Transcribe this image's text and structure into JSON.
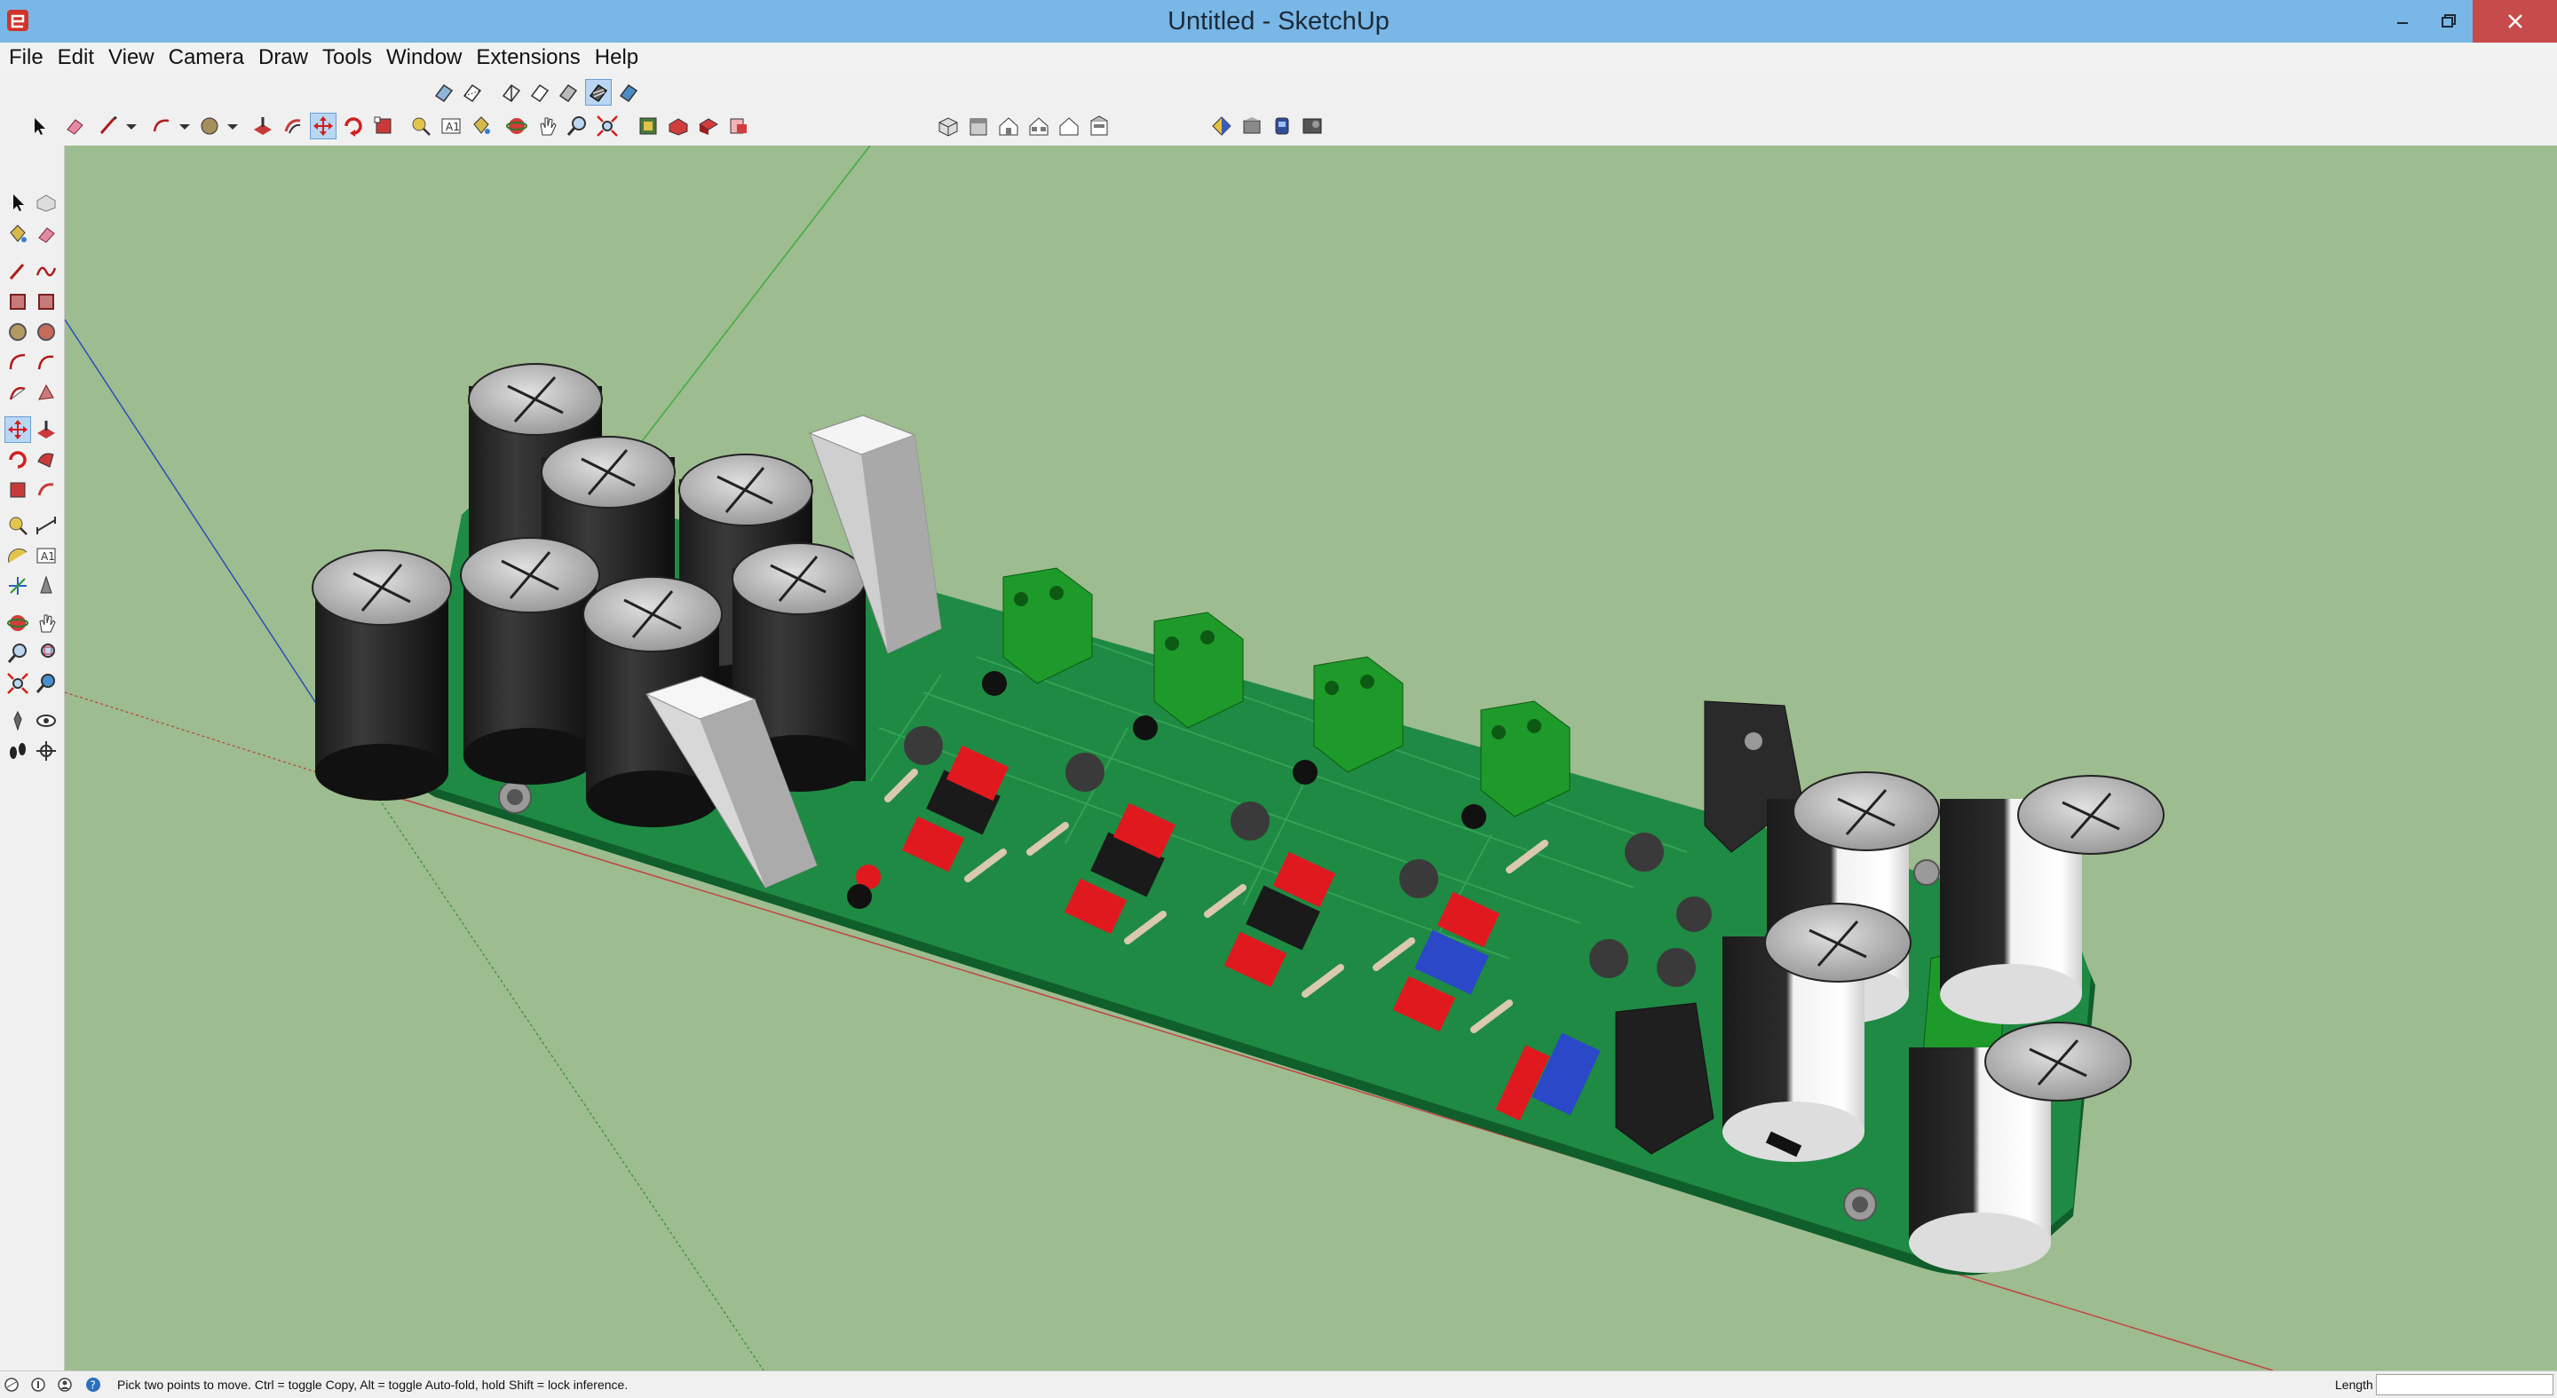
{
  "window": {
    "title": "Untitled - SketchUp",
    "controls": [
      "minimize-icon",
      "restore-icon",
      "close-icon"
    ]
  },
  "menu": [
    "File",
    "Edit",
    "View",
    "Camera",
    "Draw",
    "Tools",
    "Window",
    "Extensions",
    "Help"
  ],
  "toolbars": {
    "views_row": [
      "iso-view-icon",
      "top-view-icon",
      "front-view-icon",
      "right-view-icon",
      "back-view-icon",
      "left-view-icon",
      "bottom-view-icon"
    ],
    "main_row": [
      "select-icon",
      "eraser-icon",
      "line-icon",
      "arc-icon",
      "shape-icon",
      "push-pull-icon",
      "offset-icon",
      "move-icon",
      "rotate-icon",
      "scale-icon",
      "tape-measure-icon",
      "text-icon",
      "paint-bucket-icon",
      "orbit-icon",
      "pan-icon",
      "zoom-icon",
      "zoom-extents-icon",
      "warehouse-icon",
      "extension-warehouse-icon",
      "layout-icon",
      "send-to-layout-icon"
    ],
    "styles_row": [
      "xray-icon",
      "back-edges-icon",
      "wireframe-icon",
      "hidden-line-icon",
      "shaded-icon",
      "shaded-textures-icon",
      "monochrome-icon"
    ],
    "sandbox_row": [
      "get-models-icon",
      "share-model-icon",
      "share-component-icon",
      "extension-icon"
    ],
    "left": [
      "select-icon",
      "make-component-icon",
      "paint-bucket-icon",
      "eraser-icon",
      "line-icon",
      "freehand-icon",
      "rectangle-icon",
      "rotated-rectangle-icon",
      "circle-icon",
      "polygon-icon",
      "arc-icon",
      "pie-icon",
      "two-point-arc-icon",
      "three-point-arc-icon",
      "move-icon",
      "push-pull-icon",
      "rotate-icon",
      "follow-me-icon",
      "scale-icon",
      "offset-icon",
      "tape-measure-icon",
      "dimension-icon",
      "protractor-icon",
      "text-icon",
      "axes-icon",
      "3d-text-icon",
      "orbit-icon",
      "pan-icon",
      "zoom-icon",
      "zoom-window-icon",
      "zoom-extents-icon",
      "previous-icon",
      "position-camera-icon",
      "look-around-icon",
      "walk-icon",
      "section-plane-icon"
    ],
    "active_tool": "move-icon"
  },
  "viewport": {
    "model": "3d-pcb-amplifier-board",
    "background_color": "#9dbc8f",
    "board_color": "#1f8a43"
  },
  "status": {
    "icons": [
      "geo-location-icon",
      "credits-icon",
      "user-icon",
      "help-icon"
    ],
    "text": "Pick two points to move.  Ctrl = toggle Copy, Alt = toggle Auto-fold, hold Shift = lock inference.",
    "measure_label": "Length",
    "measure_value": ""
  }
}
